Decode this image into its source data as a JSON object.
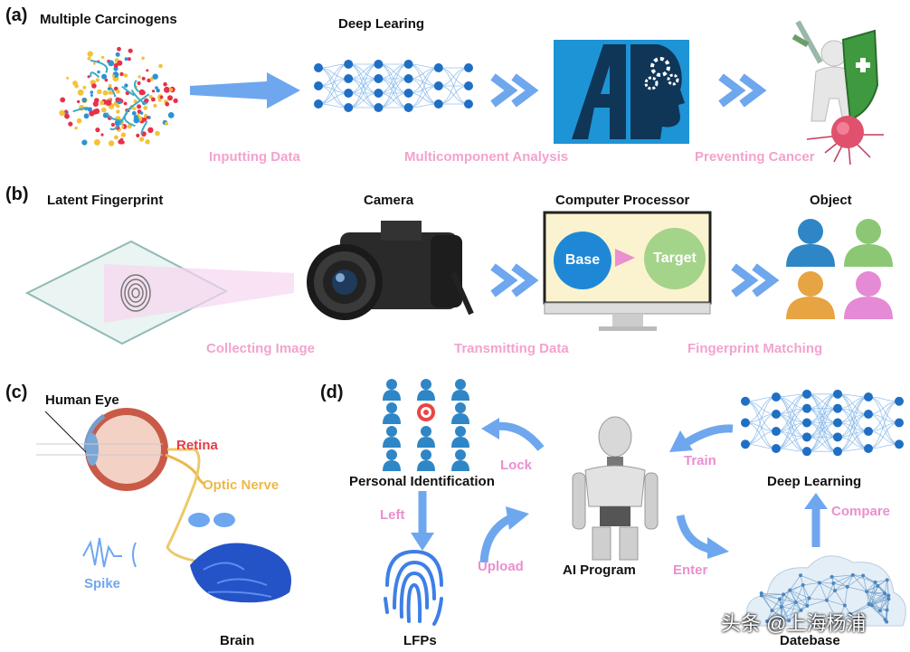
{
  "panel_a": {
    "label": "(a)",
    "carcinogens": "Multiple Carcinogens",
    "deep_learning": "Deep Learing",
    "step1": "Inputting Data",
    "step2": "Multicomponent Analysis",
    "step3": "Preventing Cancer"
  },
  "panel_b": {
    "label": "(b)",
    "fingerprint": "Latent Fingerprint",
    "camera": "Camera",
    "processor": "Computer Processor",
    "object": "Object",
    "base": "Base",
    "target": "Target",
    "step1": "Collecting Image",
    "step2": "Transmitting Data",
    "step3": "Fingerprint Matching"
  },
  "panel_c": {
    "label": "(c)",
    "eye": "Human Eye",
    "retina": "Retina",
    "optic_nerve": "Optic Nerve",
    "spike": "Spike",
    "brain": "Brain"
  },
  "panel_d": {
    "label": "(d)",
    "personal_id": "Personal Identification",
    "lock": "Lock",
    "left": "Left",
    "upload": "Upload",
    "lfps": "LFPs",
    "ai_program": "AI Program",
    "train": "Train",
    "deep_learning": "Deep Learning",
    "compare": "Compare",
    "enter": "Enter",
    "database": "Datebase"
  },
  "watermark": "头条 @上海杨浦",
  "colors": {
    "arrow": "#6ea7ee",
    "step_text": "#f2a3ce",
    "user_blue": "#2f86c6",
    "user_green": "#8cc874",
    "user_orange": "#e6a442",
    "user_pink": "#e58ad4"
  }
}
